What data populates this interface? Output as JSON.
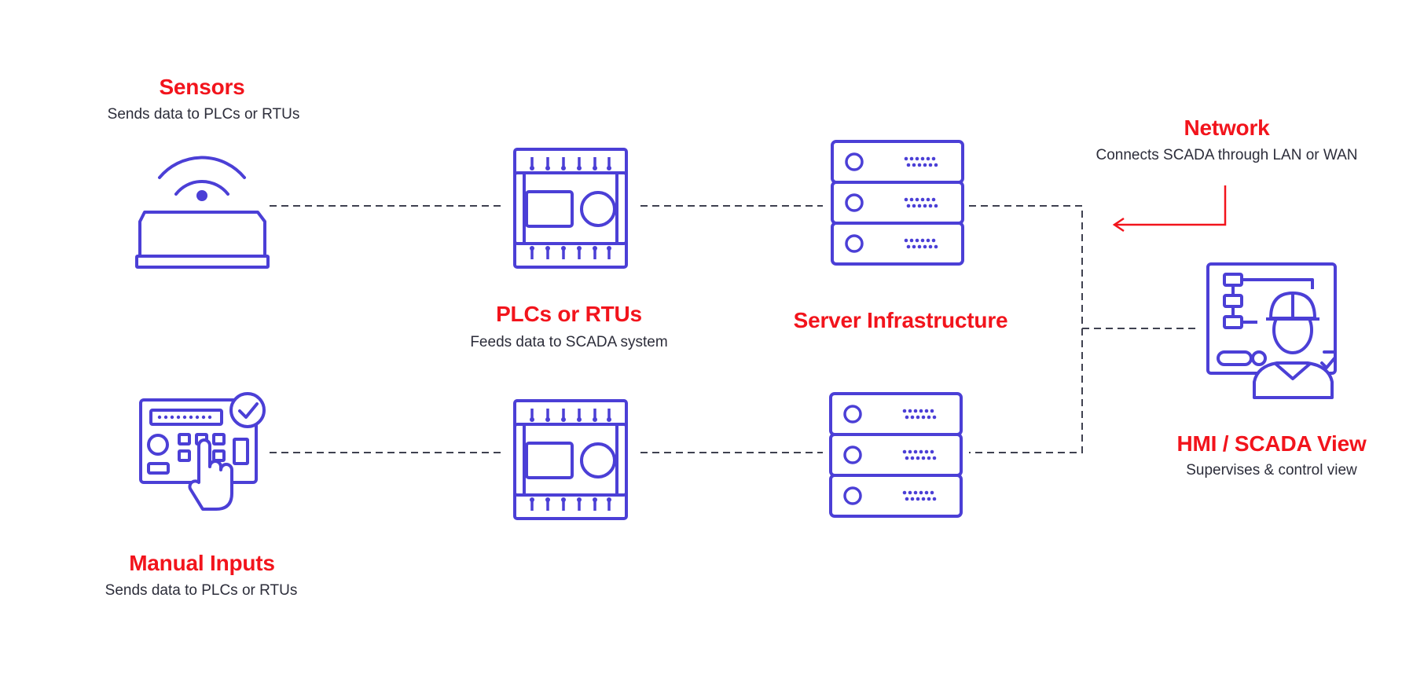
{
  "colors": {
    "accent": "#f2141c",
    "icon": "#4b3fd6",
    "text": "#2c2d3a",
    "connector": "#3f4150"
  },
  "nodes": {
    "sensors": {
      "title": "Sensors",
      "subtitle": "Sends data to PLCs or RTUs",
      "icon": "wireless-sensor-icon"
    },
    "manual_inputs": {
      "title": "Manual Inputs",
      "subtitle": "Sends data to PLCs or RTUs",
      "icon": "control-panel-touch-icon"
    },
    "plcs": {
      "title": "PLCs or RTUs",
      "subtitle": "Feeds data to SCADA system",
      "icon": "plc-module-icon"
    },
    "servers": {
      "title": "Server Infrastructure",
      "icon": "server-rack-icon"
    },
    "network": {
      "title": "Network",
      "subtitle": "Connects SCADA through LAN or WAN",
      "icon": "arrow-left-icon"
    },
    "hmi": {
      "title": "HMI / SCADA View",
      "subtitle": "Supervises & control view",
      "icon": "operator-screen-icon"
    }
  }
}
